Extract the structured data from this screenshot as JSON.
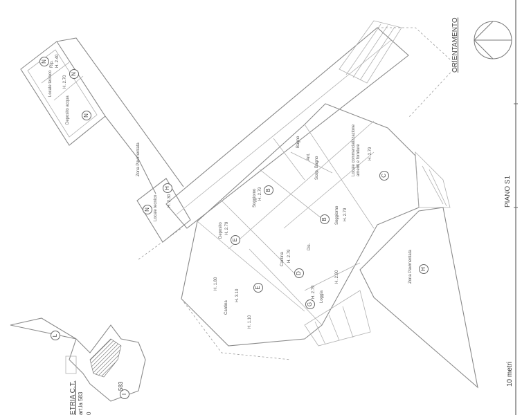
{
  "title": {
    "orientation": "ORIENTAMENTO",
    "floor": "PIANO S1",
    "scale": "10 metri"
  },
  "cadastre": {
    "line1": "ETRIA C.T.",
    "line2": "art.la 583",
    "line3": "0",
    "parcel": "583",
    "zone_L": "L",
    "zone_I": "I"
  },
  "rooms": [
    {
      "id": "c1",
      "name": "Locale commercializzazione\namenti e forniture",
      "height": "H. 2.79",
      "code": "C"
    },
    {
      "id": "b1",
      "name": "Soggiorno",
      "height": "H. 2.79",
      "code": "B"
    },
    {
      "id": "b2",
      "name": "Soggiorno",
      "height": "H. 2.79",
      "code": "B"
    },
    {
      "id": "bagno",
      "name": "Bagno",
      "height": "",
      "code": ""
    },
    {
      "id": "ant",
      "name": "Ant.",
      "height": "",
      "code": ""
    },
    {
      "id": "sbagno",
      "name": "Scop. Bagno",
      "height": "",
      "code": ""
    },
    {
      "id": "dis",
      "name": "Dis.",
      "height": "",
      "code": ""
    },
    {
      "id": "d",
      "name": "Cantina",
      "height": "H. 2.79",
      "code": "D"
    },
    {
      "id": "e1",
      "name": "Deposito",
      "height": "H. 2.79",
      "code": "E"
    },
    {
      "id": "e2",
      "name": "Cantina",
      "height": "H. 3.10",
      "code": "E"
    },
    {
      "id": "g",
      "name": "Loggia",
      "height": "H. 2.79",
      "code": "G"
    },
    {
      "id": "n1",
      "name": "Locale tecnico",
      "height": "H. 2.30",
      "code": "N"
    },
    {
      "id": "n2",
      "name": "Rip.",
      "height": "H. 2.40",
      "code": "N"
    },
    {
      "id": "n3",
      "name": "Locale tecnico",
      "height": "H. 2.70",
      "code": "N"
    },
    {
      "id": "n4",
      "name": "Deposito acqua",
      "height": "",
      "code": "N"
    },
    {
      "id": "h1",
      "name": "Zona Pavimentata",
      "height": "",
      "code": "H"
    },
    {
      "id": "h2",
      "name": "Zona Pavimentata",
      "height": "",
      "code": "H"
    }
  ],
  "heights": {
    "cantina_top": "H. 1.80",
    "cantina_bottom": "H. 1.10",
    "loggia_side": "H. 2.90"
  }
}
